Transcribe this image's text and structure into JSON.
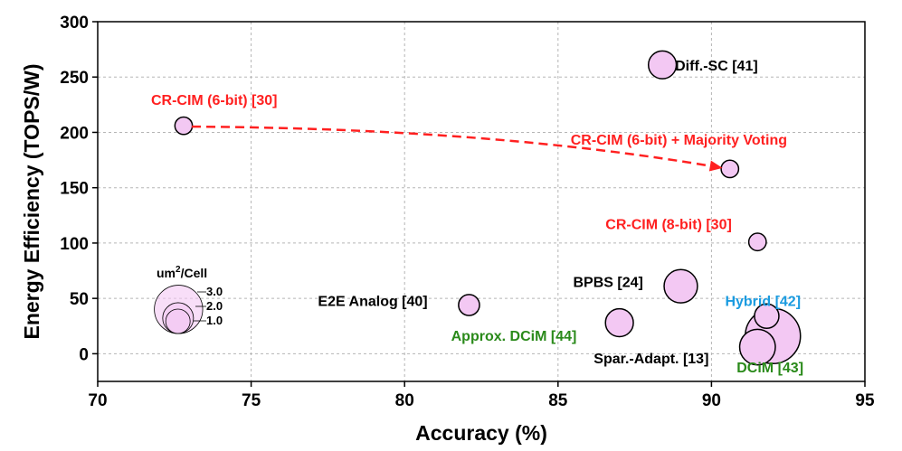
{
  "chart_data": {
    "type": "scatter",
    "xlabel": "Accuracy (%)",
    "ylabel": "Energy Efficiency (TOPS/W)",
    "xlim": [
      70,
      95
    ],
    "ylim": [
      -25,
      300
    ],
    "x_ticks": [
      70,
      75,
      80,
      85,
      90,
      95
    ],
    "y_ticks": [
      0,
      50,
      100,
      150,
      200,
      250,
      300
    ],
    "grid": true,
    "points": [
      {
        "label": "Diff.-SC [41]",
        "x": 88.4,
        "y": 261,
        "size": 1.5,
        "label_color": "#000000"
      },
      {
        "label": "CR-CIM (6-bit) [30]",
        "x": 72.8,
        "y": 206,
        "size": 0.3,
        "label_color": "#ff2020"
      },
      {
        "label": "CR-CIM (6-bit) + Majority Voting",
        "x": 90.6,
        "y": 167,
        "size": 0.3,
        "label_color": "#ff2020"
      },
      {
        "label": "CR-CIM (8-bit) [30]",
        "x": 91.5,
        "y": 101,
        "size": 0.3,
        "label_color": "#ff2020"
      },
      {
        "label": "BPBS [24]",
        "x": 89.0,
        "y": 61,
        "size": 2.5,
        "label_color": "#000000"
      },
      {
        "label": "E2E Analog [40]",
        "x": 82.1,
        "y": 44,
        "size": 0.6,
        "label_color": "#000000"
      },
      {
        "label": "Hybrid [42]",
        "x": 91.8,
        "y": 34,
        "size": 1.0,
        "label_color": "#1a9be0"
      },
      {
        "label": "Approx. DCiM [44]",
        "x": 87.0,
        "y": 28,
        "size": 1.5,
        "label_color": "#2a8a1a"
      },
      {
        "label": "Spar.-Adapt. [13]",
        "x": 91.5,
        "y": 6,
        "size": 3.0,
        "label_color": "#000000"
      },
      {
        "label": "DCiM [43]",
        "x": 92.0,
        "y": 16,
        "size": 9.0,
        "label_color": "#2a8a1a"
      }
    ],
    "legend": {
      "title": "um²/Cell",
      "entries": [
        "3.0",
        "2.0",
        "1.0"
      ],
      "sizes": [
        3.0,
        2.0,
        1.0
      ]
    },
    "annotation": "red dashed arrow from CR-CIM (6-bit) [30] to CR-CIM (6-bit) + Majority Voting",
    "colors": {
      "marker_fill": "#f3c8f3",
      "arrow": "#ff2020",
      "red_label": "#ff2020",
      "blue_label": "#1a9be0",
      "green_label": "#2a8a1a"
    }
  }
}
